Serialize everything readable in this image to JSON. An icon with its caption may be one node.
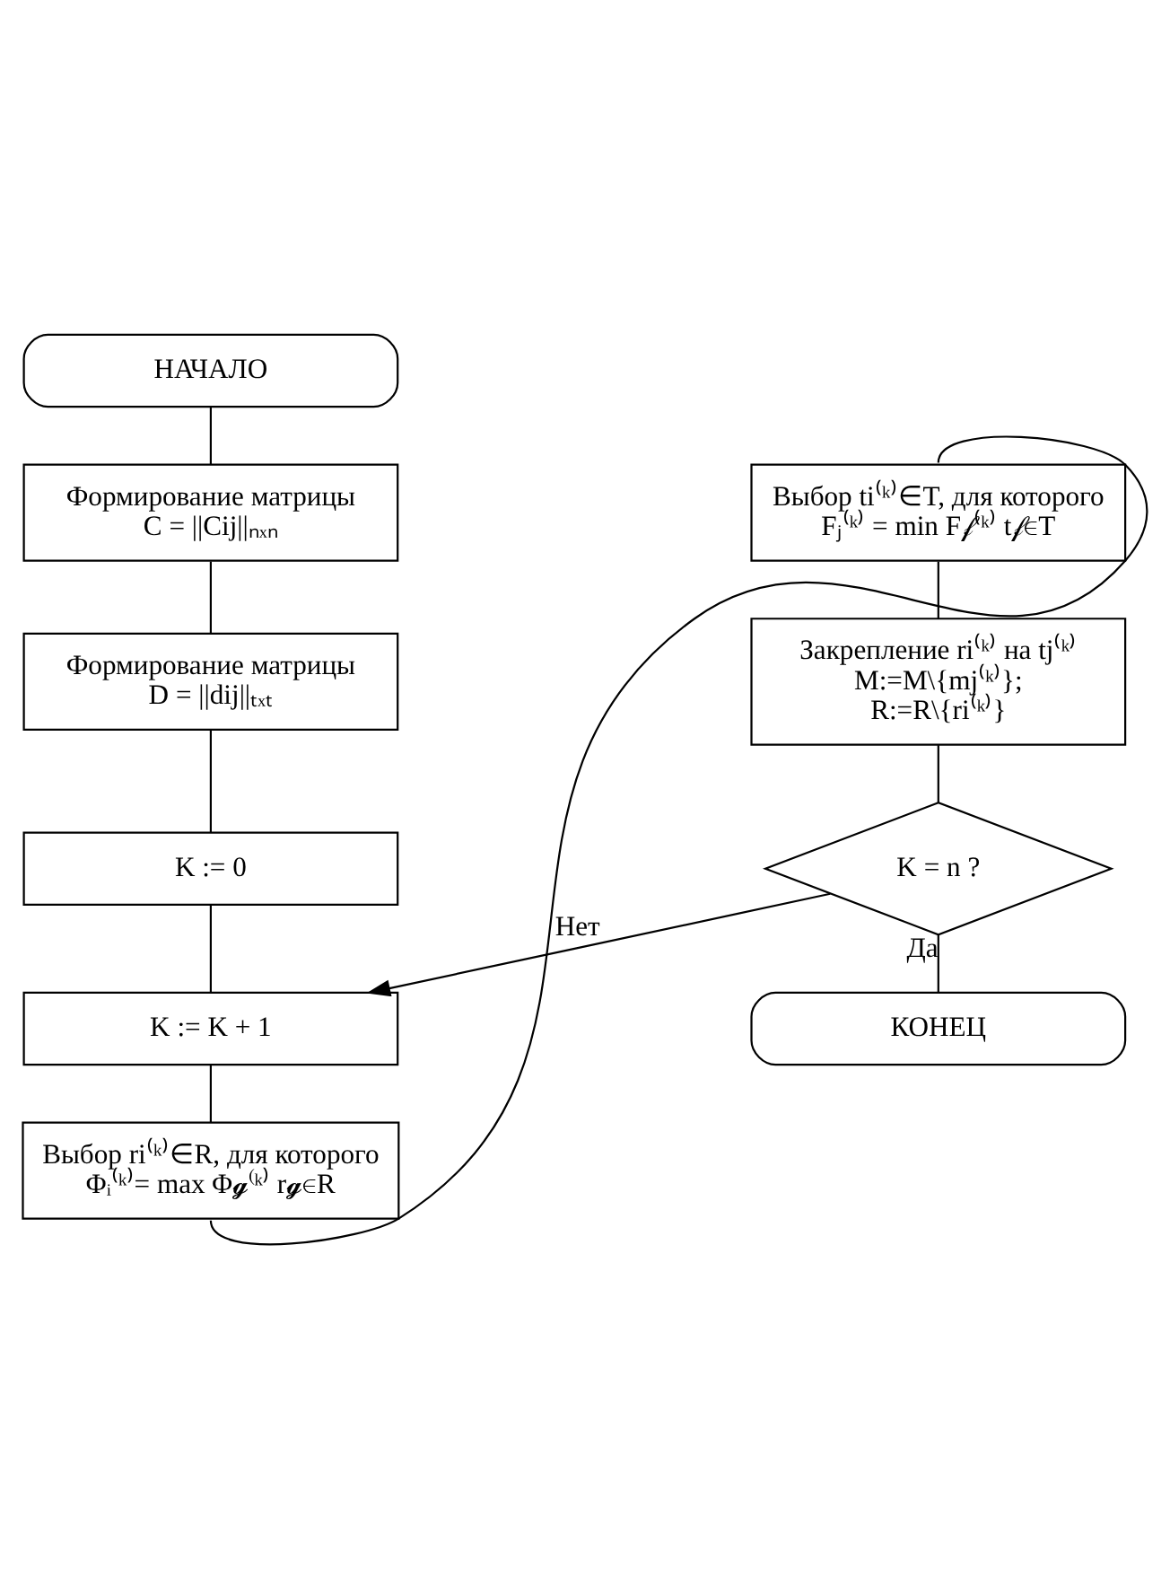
{
  "diagram": {
    "nodes": [
      {
        "text": [
          "НАЧАЛО"
        ]
      },
      {
        "text": [
          "Формирование матрицы",
          "C = ||Cij||ₙₓₙ"
        ]
      },
      {
        "text": [
          "Формирование матрицы",
          "D = ||dij||ₜₓₜ"
        ]
      },
      {
        "text": [
          "K := 0"
        ]
      },
      {
        "text": [
          "K := K + 1"
        ]
      },
      {
        "text": [
          "Выбор ri⁽ᵏ⁾∈R, для которого",
          "Φᵢ⁽ᵏ⁾= max Φ𝓰⁽ᵏ⁾ r𝓰∈R"
        ]
      },
      {
        "text": [
          "Выбор ti⁽ᵏ⁾∈T, для которого",
          "Fⱼ⁽ᵏ⁾ = min F𝒻⁽ᵏ⁾ t𝒻∈T"
        ]
      },
      {
        "text": [
          "Закрепление ri⁽ᵏ⁾ на tj⁽ᵏ⁾",
          "M:=M\\{mj⁽ᵏ⁾};",
          "R:=R\\{ri⁽ᵏ⁾}"
        ]
      },
      {
        "text": [
          "K = n ?"
        ]
      },
      {
        "text": [
          "КОНЕЦ"
        ]
      }
    ],
    "edges": [
      {
        "from": 0,
        "to": 1,
        "arrow": "none"
      },
      {
        "from": 1,
        "to": 2,
        "arrow": "none"
      },
      {
        "from": 2,
        "to": 3,
        "arrow": "none"
      },
      {
        "from": 3,
        "to": 4,
        "arrow": "none"
      },
      {
        "from": 4,
        "to": 5,
        "arrow": "none"
      },
      {
        "from": 5,
        "to": 6,
        "arrow": "none"
      },
      {
        "from": 6,
        "to": 7,
        "arrow": "none"
      },
      {
        "from": 7,
        "to": 8,
        "arrow": "none"
      },
      {
        "from": 8,
        "to": 4,
        "arrow": "to",
        "label": "Нет"
      },
      {
        "from": 8,
        "to": 9,
        "arrow": "none",
        "label": "Да"
      }
    ]
  }
}
